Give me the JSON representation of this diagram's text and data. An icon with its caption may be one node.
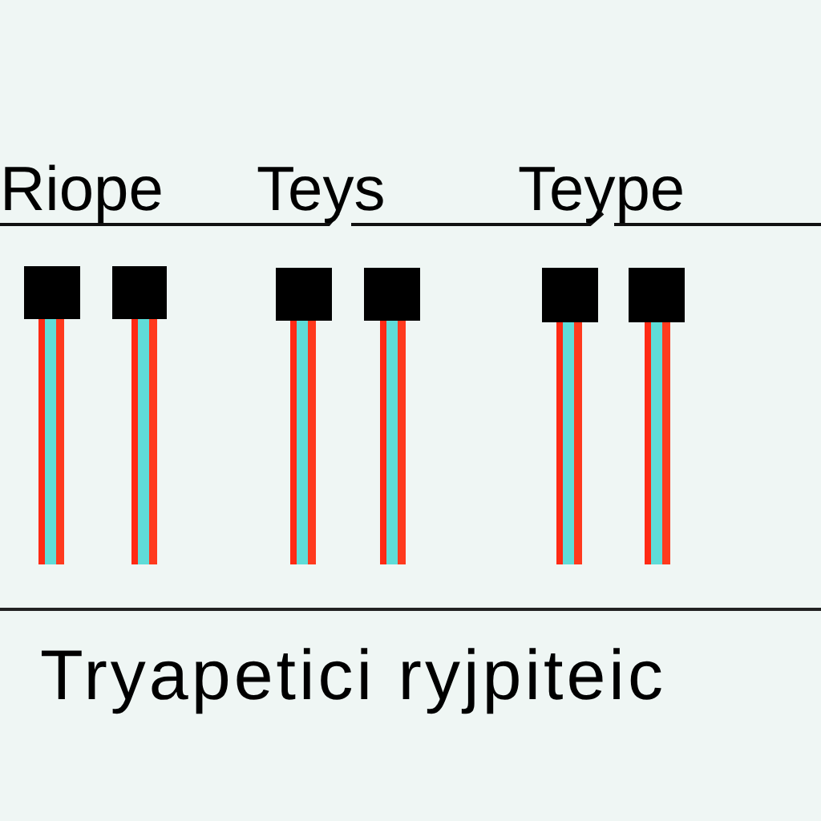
{
  "diagram": {
    "labels": [
      "Riope",
      "Teys",
      "Teype"
    ],
    "caption": "Tryapetici ryjpiteic"
  }
}
